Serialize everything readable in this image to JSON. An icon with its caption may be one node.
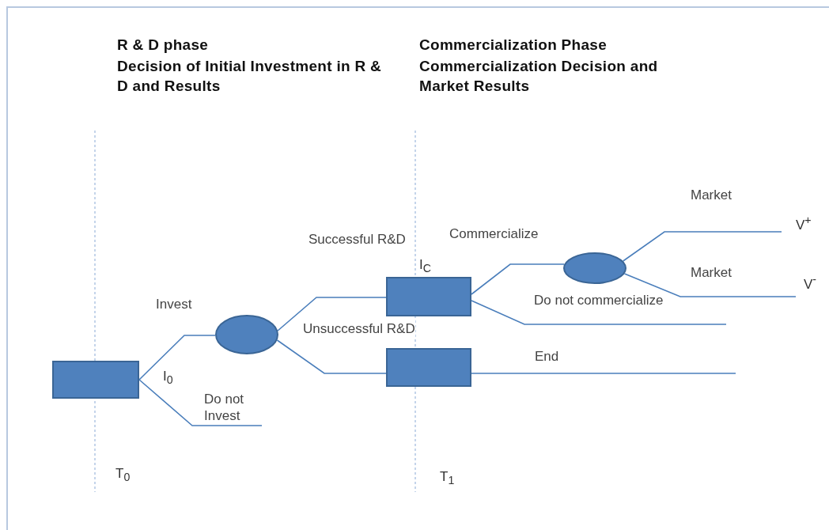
{
  "diagram": {
    "nodes": [
      {
        "text": [],
        "shape": "box"
      },
      {
        "text": [],
        "shape": "circle"
      },
      {
        "text": [],
        "shape": "box"
      },
      {
        "text": [],
        "shape": "box"
      },
      {
        "text": [],
        "shape": "circle"
      }
    ],
    "edges": [
      {
        "from": 0,
        "to": 1,
        "arrow": "none",
        "label": "Invest"
      },
      {
        "from": 0,
        "to": null,
        "arrow": "none",
        "label": "Do not Invest"
      },
      {
        "from": 1,
        "to": 2,
        "arrow": "none",
        "label": "Successful R&D"
      },
      {
        "from": 1,
        "to": 3,
        "arrow": "none",
        "label": "Unsuccessful R&D"
      },
      {
        "from": 2,
        "to": 4,
        "arrow": "none",
        "label": "Commercialize"
      },
      {
        "from": 2,
        "to": null,
        "arrow": "none",
        "label": "Do not commercialize"
      },
      {
        "from": 4,
        "to": null,
        "arrow": "none",
        "label": "Market"
      },
      {
        "from": 4,
        "to": null,
        "arrow": "none",
        "label": "Market"
      },
      {
        "from": 3,
        "to": null,
        "arrow": "none",
        "label": "End"
      }
    ],
    "labels": [
      "R & D phase",
      "Decision of Initial Investment in R & D and Results",
      "Commercialization Phase",
      "Commercialization Decision and Market Results",
      "V$^{+}$",
      "I$_{C}$",
      "V$^{-}$",
      "I$_{0}$",
      "T$_{0}$",
      "T$_{1}$"
    ]
  }
}
